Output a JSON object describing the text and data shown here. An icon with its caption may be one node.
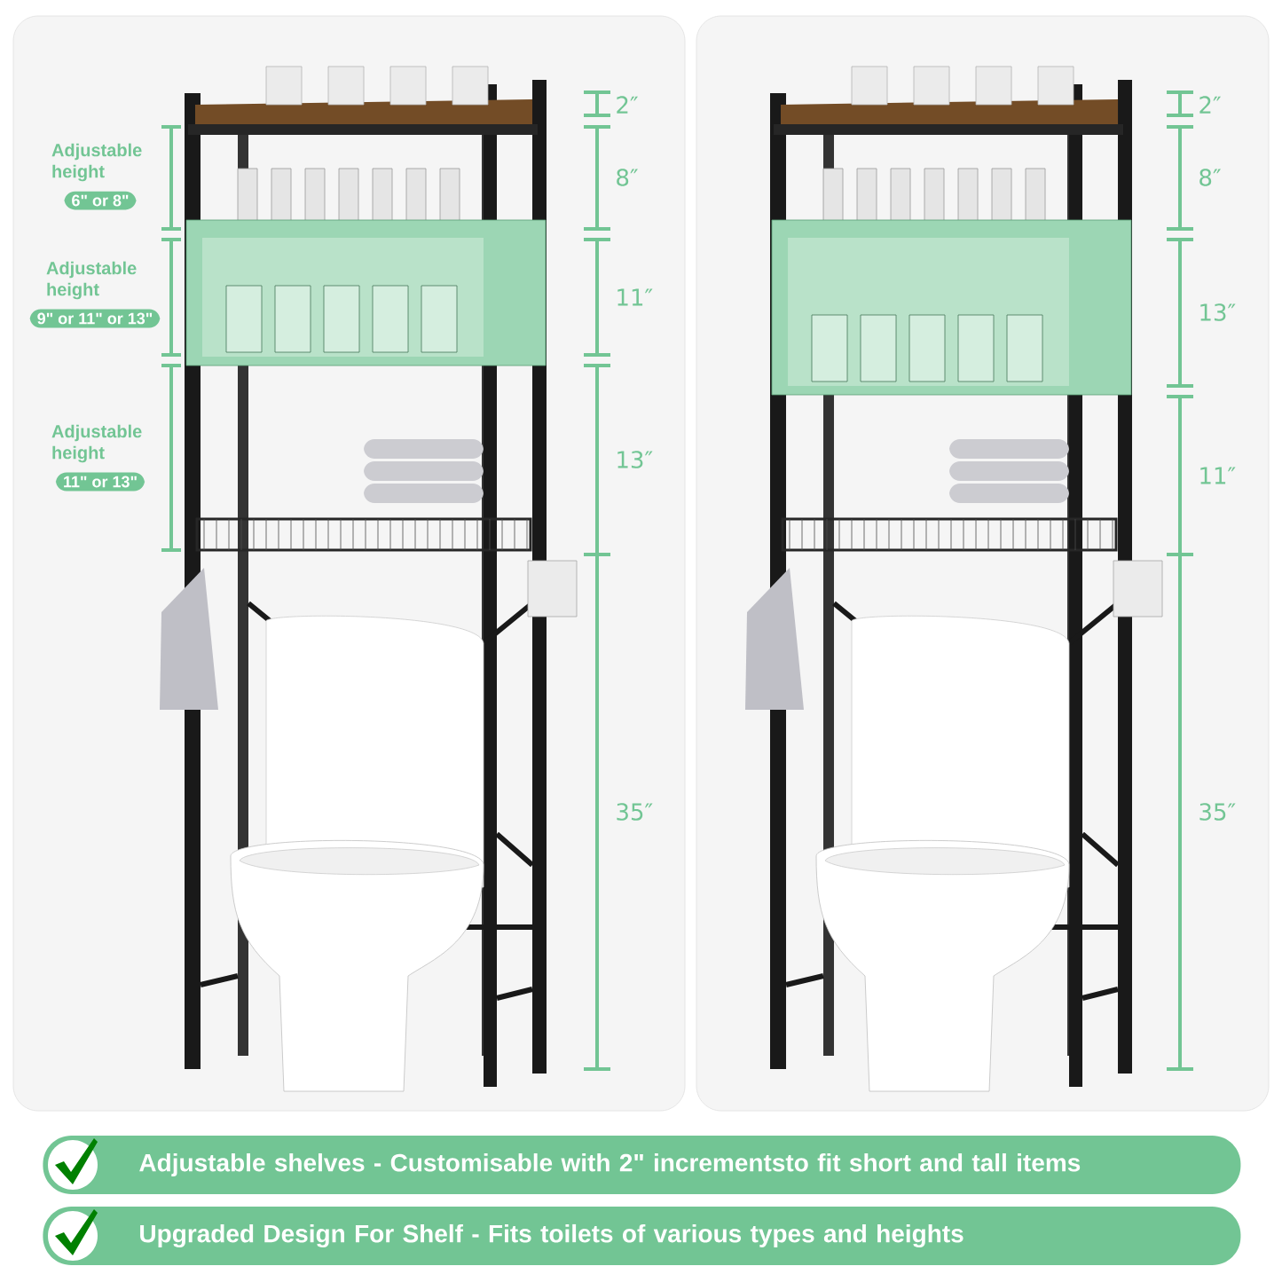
{
  "diagram": {
    "nodes": [
      {
        "text": [
          "6\" or 8\""
        ]
      },
      {
        "text": [
          "9\" or 11\" or 13\""
        ]
      },
      {
        "text": [
          "11\" or 13\""
        ]
      },
      {
        "text": [
          "Adjustable shelves - Customisable with 2\" incrementsto fit short and tall items"
        ]
      },
      {
        "text": [
          "Upgraded Design For Shelf - Fits toilets of various types and heights"
        ]
      }
    ],
    "labels": [
      "Adjustable height",
      "Adjustable height",
      "Adjustable height",
      "2″",
      "8″",
      "11″",
      "13″",
      "35″",
      "2″",
      "8″",
      "13″",
      "11″",
      "35″"
    ]
  }
}
